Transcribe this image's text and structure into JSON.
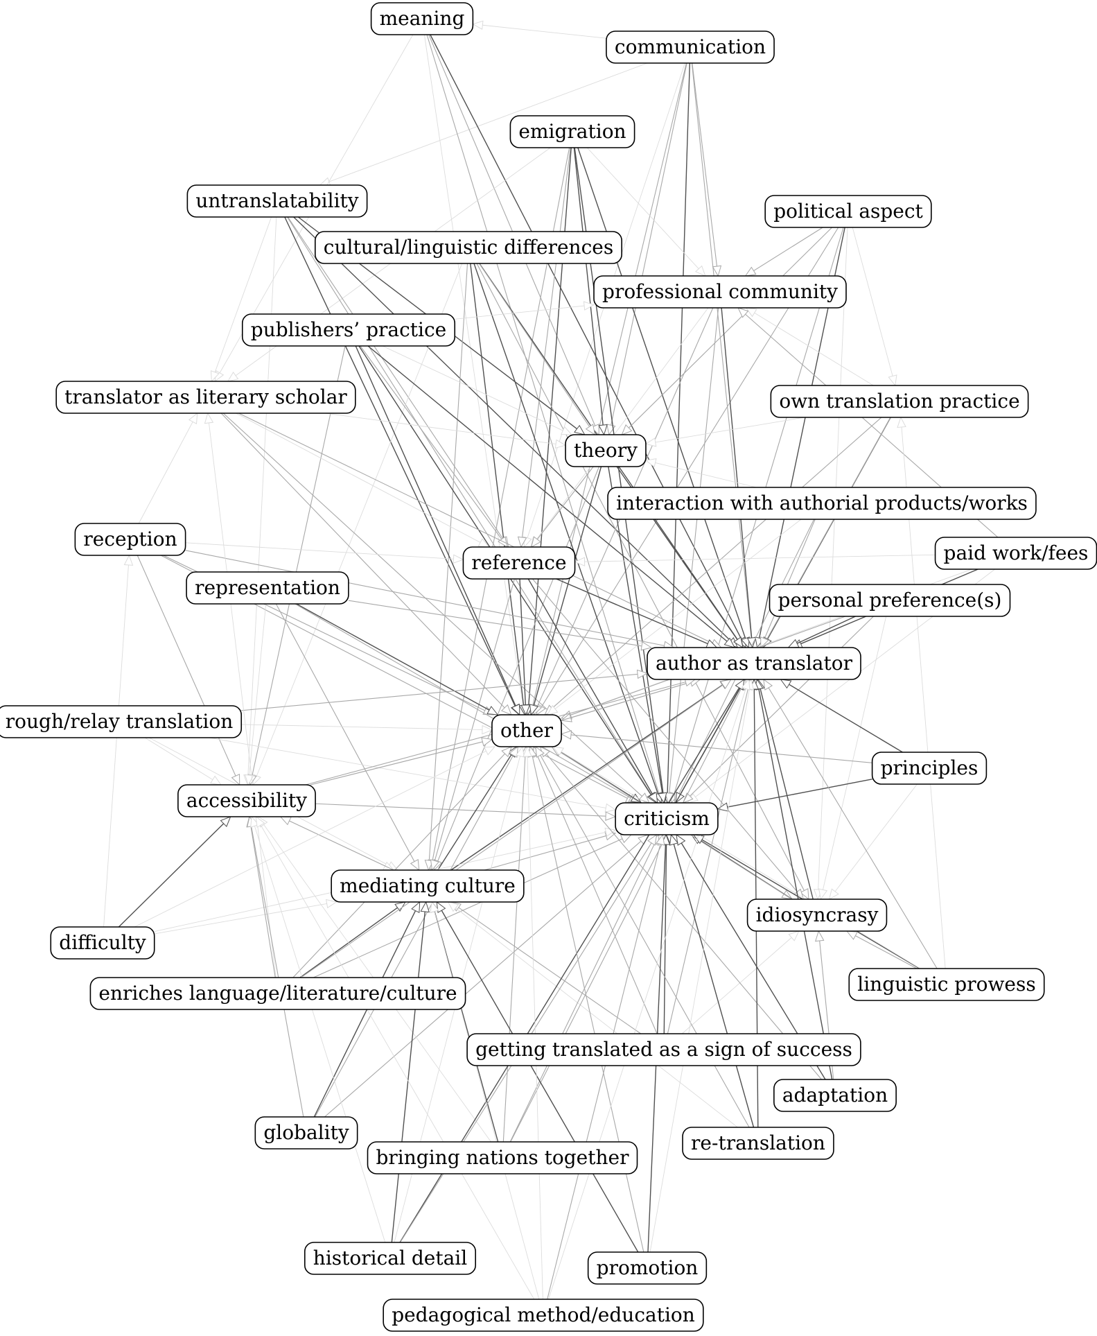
{
  "nodes": [
    {
      "id": "meaning",
      "label": "meaning"
    },
    {
      "id": "communication",
      "label": "communication"
    },
    {
      "id": "emigration",
      "label": "emigration"
    },
    {
      "id": "untranslatability",
      "label": "untranslatability"
    },
    {
      "id": "political_aspect",
      "label": "political aspect"
    },
    {
      "id": "cultural_linguistic_differences",
      "label": "cultural/linguistic differences"
    },
    {
      "id": "professional_community",
      "label": "professional community"
    },
    {
      "id": "publishers_practice",
      "label": "publishers’ practice"
    },
    {
      "id": "translator_as_literary_scholar",
      "label": "translator as literary scholar"
    },
    {
      "id": "own_translation_practice",
      "label": "own translation practice"
    },
    {
      "id": "theory",
      "label": "theory"
    },
    {
      "id": "interaction_with_authorial_works",
      "label": "interaction with authorial products/works"
    },
    {
      "id": "reception",
      "label": "reception"
    },
    {
      "id": "paid_work_fees",
      "label": "paid work/fees"
    },
    {
      "id": "reference",
      "label": "reference"
    },
    {
      "id": "representation",
      "label": "representation"
    },
    {
      "id": "personal_preferences",
      "label": "personal preference(s)"
    },
    {
      "id": "author_as_translator",
      "label": "author as translator"
    },
    {
      "id": "rough_relay_translation",
      "label": "rough/relay translation"
    },
    {
      "id": "other",
      "label": "other"
    },
    {
      "id": "principles",
      "label": "principles"
    },
    {
      "id": "accessibility",
      "label": "accessibility"
    },
    {
      "id": "criticism",
      "label": "criticism"
    },
    {
      "id": "mediating_culture",
      "label": "mediating culture"
    },
    {
      "id": "idiosyncrasy",
      "label": "idiosyncrasy"
    },
    {
      "id": "difficulty",
      "label": "difficulty"
    },
    {
      "id": "linguistic_prowess",
      "label": "linguistic prowess"
    },
    {
      "id": "enriches_language",
      "label": "enriches language/literature/culture"
    },
    {
      "id": "getting_translated_success",
      "label": "getting translated as a sign of success"
    },
    {
      "id": "adaptation",
      "label": "adaptation"
    },
    {
      "id": "globality",
      "label": "globality"
    },
    {
      "id": "re_translation",
      "label": "re-translation"
    },
    {
      "id": "bringing_nations_together",
      "label": "bringing nations together"
    },
    {
      "id": "historical_detail",
      "label": "historical detail"
    },
    {
      "id": "promotion",
      "label": "promotion"
    },
    {
      "id": "pedagogical_method",
      "label": "pedagogical method/education"
    }
  ],
  "edges": [
    {
      "from": "communication",
      "to": "meaning",
      "weight": 1
    },
    {
      "from": "communication",
      "to": "professional_community",
      "weight": 2
    },
    {
      "from": "communication",
      "to": "criticism",
      "weight": 3
    },
    {
      "from": "communication",
      "to": "author_as_translator",
      "weight": 2
    },
    {
      "from": "communication",
      "to": "theory",
      "weight": 2
    },
    {
      "from": "communication",
      "to": "other",
      "weight": 2
    },
    {
      "from": "communication",
      "to": "reference",
      "weight": 1
    },
    {
      "from": "communication",
      "to": "untranslatability",
      "weight": 1
    },
    {
      "from": "meaning",
      "to": "author_as_translator",
      "weight": 3
    },
    {
      "from": "meaning",
      "to": "translator_as_literary_scholar",
      "weight": 1
    },
    {
      "from": "meaning",
      "to": "theory",
      "weight": 2
    },
    {
      "from": "meaning",
      "to": "criticism",
      "weight": 2
    },
    {
      "from": "meaning",
      "to": "other",
      "weight": 1
    },
    {
      "from": "emigration",
      "to": "author_as_translator",
      "weight": 3
    },
    {
      "from": "emigration",
      "to": "criticism",
      "weight": 3
    },
    {
      "from": "emigration",
      "to": "theory",
      "weight": 3
    },
    {
      "from": "emigration",
      "to": "other",
      "weight": 3
    },
    {
      "from": "emigration",
      "to": "reference",
      "weight": 2
    },
    {
      "from": "emigration",
      "to": "mediating_culture",
      "weight": 2
    },
    {
      "from": "emigration",
      "to": "translator_as_literary_scholar",
      "weight": 1
    },
    {
      "from": "emigration",
      "to": "professional_community",
      "weight": 1
    },
    {
      "from": "untranslatability",
      "to": "author_as_translator",
      "weight": 3
    },
    {
      "from": "untranslatability",
      "to": "criticism",
      "weight": 2
    },
    {
      "from": "untranslatability",
      "to": "theory",
      "weight": 3
    },
    {
      "from": "untranslatability",
      "to": "other",
      "weight": 3
    },
    {
      "from": "untranslatability",
      "to": "accessibility",
      "weight": 1
    },
    {
      "from": "untranslatability",
      "to": "translator_as_literary_scholar",
      "weight": 1
    },
    {
      "from": "untranslatability",
      "to": "reference",
      "weight": 2
    },
    {
      "from": "political_aspect",
      "to": "author_as_translator",
      "weight": 3
    },
    {
      "from": "political_aspect",
      "to": "criticism",
      "weight": 2
    },
    {
      "from": "political_aspect",
      "to": "professional_community",
      "weight": 2
    },
    {
      "from": "political_aspect",
      "to": "theory",
      "weight": 2
    },
    {
      "from": "political_aspect",
      "to": "other",
      "weight": 2
    },
    {
      "from": "political_aspect",
      "to": "idiosyncrasy",
      "weight": 1
    },
    {
      "from": "political_aspect",
      "to": "own_translation_practice",
      "weight": 1
    },
    {
      "from": "cultural_linguistic_differences",
      "to": "author_as_translator",
      "weight": 3
    },
    {
      "from": "cultural_linguistic_differences",
      "to": "criticism",
      "weight": 3
    },
    {
      "from": "cultural_linguistic_differences",
      "to": "theory",
      "weight": 2
    },
    {
      "from": "cultural_linguistic_differences",
      "to": "other",
      "weight": 3
    },
    {
      "from": "cultural_linguistic_differences",
      "to": "mediating_culture",
      "weight": 2
    },
    {
      "from": "cultural_linguistic_differences",
      "to": "accessibility",
      "weight": 1
    },
    {
      "from": "cultural_linguistic_differences",
      "to": "idiosyncrasy",
      "weight": 2
    },
    {
      "from": "professional_community",
      "to": "author_as_translator",
      "weight": 3
    },
    {
      "from": "professional_community",
      "to": "criticism",
      "weight": 2
    },
    {
      "from": "professional_community",
      "to": "other",
      "weight": 2
    },
    {
      "from": "professional_community",
      "to": "reference",
      "weight": 1
    },
    {
      "from": "publishers_practice",
      "to": "author_as_translator",
      "weight": 3
    },
    {
      "from": "publishers_practice",
      "to": "criticism",
      "weight": 3
    },
    {
      "from": "publishers_practice",
      "to": "other",
      "weight": 3
    },
    {
      "from": "publishers_practice",
      "to": "accessibility",
      "weight": 2
    },
    {
      "from": "publishers_practice",
      "to": "professional_community",
      "weight": 1
    },
    {
      "from": "publishers_practice",
      "to": "theory",
      "weight": 1
    },
    {
      "from": "publishers_practice",
      "to": "reference",
      "weight": 2
    },
    {
      "from": "translator_as_literary_scholar",
      "to": "author_as_translator",
      "weight": 2
    },
    {
      "from": "translator_as_literary_scholar",
      "to": "other",
      "weight": 2
    },
    {
      "from": "translator_as_literary_scholar",
      "to": "criticism",
      "weight": 2
    },
    {
      "from": "translator_as_literary_scholar",
      "to": "theory",
      "weight": 1
    },
    {
      "from": "translator_as_literary_scholar",
      "to": "reference",
      "weight": 1
    },
    {
      "from": "own_translation_practice",
      "to": "author_as_translator",
      "weight": 3
    },
    {
      "from": "own_translation_practice",
      "to": "criticism",
      "weight": 2
    },
    {
      "from": "own_translation_practice",
      "to": "other",
      "weight": 2
    },
    {
      "from": "own_translation_practice",
      "to": "theory",
      "weight": 1
    },
    {
      "from": "own_translation_practice",
      "to": "professional_community",
      "weight": 1
    },
    {
      "from": "theory",
      "to": "author_as_translator",
      "weight": 3
    },
    {
      "from": "theory",
      "to": "criticism",
      "weight": 3
    },
    {
      "from": "theory",
      "to": "other",
      "weight": 3
    },
    {
      "from": "theory",
      "to": "mediating_culture",
      "weight": 2
    },
    {
      "from": "theory",
      "to": "reference",
      "weight": 2
    },
    {
      "from": "interaction_with_authorial_works",
      "to": "author_as_translator",
      "weight": 2
    },
    {
      "from": "interaction_with_authorial_works",
      "to": "criticism",
      "weight": 2
    },
    {
      "from": "interaction_with_authorial_works",
      "to": "other",
      "weight": 1
    },
    {
      "from": "interaction_with_authorial_works",
      "to": "theory",
      "weight": 1
    },
    {
      "from": "reception",
      "to": "author_as_translator",
      "weight": 2
    },
    {
      "from": "reception",
      "to": "other",
      "weight": 2
    },
    {
      "from": "reception",
      "to": "criticism",
      "weight": 2
    },
    {
      "from": "reception",
      "to": "accessibility",
      "weight": 2
    },
    {
      "from": "reception",
      "to": "reference",
      "weight": 1
    },
    {
      "from": "reception",
      "to": "translator_as_literary_scholar",
      "weight": 1
    },
    {
      "from": "paid_work_fees",
      "to": "author_as_translator",
      "weight": 3
    },
    {
      "from": "paid_work_fees",
      "to": "professional_community",
      "weight": 2
    },
    {
      "from": "paid_work_fees",
      "to": "other",
      "weight": 1
    },
    {
      "from": "paid_work_fees",
      "to": "criticism",
      "weight": 1
    },
    {
      "from": "paid_work_fees",
      "to": "reference",
      "weight": 1
    },
    {
      "from": "reference",
      "to": "author_as_translator",
      "weight": 3
    },
    {
      "from": "reference",
      "to": "criticism",
      "weight": 3
    },
    {
      "from": "reference",
      "to": "other",
      "weight": 3
    },
    {
      "from": "reference",
      "to": "idiosyncrasy",
      "weight": 2
    },
    {
      "from": "reference",
      "to": "mediating_culture",
      "weight": 2
    },
    {
      "from": "representation",
      "to": "author_as_translator",
      "weight": 2
    },
    {
      "from": "representation",
      "to": "other",
      "weight": 3
    },
    {
      "from": "representation",
      "to": "criticism",
      "weight": 2
    },
    {
      "from": "representation",
      "to": "accessibility",
      "weight": 1
    },
    {
      "from": "representation",
      "to": "mediating_culture",
      "weight": 2
    },
    {
      "from": "personal_preferences",
      "to": "author_as_translator",
      "weight": 3
    },
    {
      "from": "personal_preferences",
      "to": "criticism",
      "weight": 2
    },
    {
      "from": "personal_preferences",
      "to": "other",
      "weight": 2
    },
    {
      "from": "personal_preferences",
      "to": "idiosyncrasy",
      "weight": 1
    },
    {
      "from": "author_as_translator",
      "to": "other",
      "weight": 2
    },
    {
      "from": "author_as_translator",
      "to": "criticism",
      "weight": 3
    },
    {
      "from": "rough_relay_translation",
      "to": "author_as_translator",
      "weight": 2
    },
    {
      "from": "rough_relay_translation",
      "to": "other",
      "weight": 1
    },
    {
      "from": "rough_relay_translation",
      "to": "accessibility",
      "weight": 1
    },
    {
      "from": "rough_relay_translation",
      "to": "criticism",
      "weight": 1
    },
    {
      "from": "rough_relay_translation",
      "to": "mediating_culture",
      "weight": 1
    },
    {
      "from": "other",
      "to": "criticism",
      "weight": 3
    },
    {
      "from": "other",
      "to": "author_as_translator",
      "weight": 2
    },
    {
      "from": "principles",
      "to": "author_as_translator",
      "weight": 3
    },
    {
      "from": "principles",
      "to": "criticism",
      "weight": 3
    },
    {
      "from": "principles",
      "to": "other",
      "weight": 2
    },
    {
      "from": "principles",
      "to": "idiosyncrasy",
      "weight": 1
    },
    {
      "from": "accessibility",
      "to": "criticism",
      "weight": 2
    },
    {
      "from": "accessibility",
      "to": "other",
      "weight": 2
    },
    {
      "from": "accessibility",
      "to": "author_as_translator",
      "weight": 2
    },
    {
      "from": "accessibility",
      "to": "mediating_culture",
      "weight": 1
    },
    {
      "from": "criticism",
      "to": "author_as_translator",
      "weight": 3
    },
    {
      "from": "criticism",
      "to": "other",
      "weight": 3
    },
    {
      "from": "criticism",
      "to": "idiosyncrasy",
      "weight": 2
    },
    {
      "from": "mediating_culture",
      "to": "author_as_translator",
      "weight": 3
    },
    {
      "from": "mediating_culture",
      "to": "criticism",
      "weight": 2
    },
    {
      "from": "mediating_culture",
      "to": "other",
      "weight": 3
    },
    {
      "from": "mediating_culture",
      "to": "accessibility",
      "weight": 2
    },
    {
      "from": "idiosyncrasy",
      "to": "author_as_translator",
      "weight": 3
    },
    {
      "from": "idiosyncrasy",
      "to": "criticism",
      "weight": 3
    },
    {
      "from": "idiosyncrasy",
      "to": "other",
      "weight": 2
    },
    {
      "from": "difficulty",
      "to": "accessibility",
      "weight": 3
    },
    {
      "from": "difficulty",
      "to": "reception",
      "weight": 1
    },
    {
      "from": "difficulty",
      "to": "other",
      "weight": 1
    },
    {
      "from": "difficulty",
      "to": "mediating_culture",
      "weight": 1
    },
    {
      "from": "difficulty",
      "to": "criticism",
      "weight": 1
    },
    {
      "from": "linguistic_prowess",
      "to": "criticism",
      "weight": 3
    },
    {
      "from": "linguistic_prowess",
      "to": "author_as_translator",
      "weight": 2
    },
    {
      "from": "linguistic_prowess",
      "to": "idiosyncrasy",
      "weight": 2
    },
    {
      "from": "linguistic_prowess",
      "to": "other",
      "weight": 1
    },
    {
      "from": "linguistic_prowess",
      "to": "own_translation_practice",
      "weight": 1
    },
    {
      "from": "enriches_language",
      "to": "mediating_culture",
      "weight": 3
    },
    {
      "from": "enriches_language",
      "to": "accessibility",
      "weight": 2
    },
    {
      "from": "enriches_language",
      "to": "author_as_translator",
      "weight": 2
    },
    {
      "from": "enriches_language",
      "to": "criticism",
      "weight": 2
    },
    {
      "from": "enriches_language",
      "to": "other",
      "weight": 2
    },
    {
      "from": "enriches_language",
      "to": "translator_as_literary_scholar",
      "weight": 1
    },
    {
      "from": "getting_translated_success",
      "to": "criticism",
      "weight": 3
    },
    {
      "from": "getting_translated_success",
      "to": "author_as_translator",
      "weight": 2
    },
    {
      "from": "getting_translated_success",
      "to": "other",
      "weight": 2
    },
    {
      "from": "getting_translated_success",
      "to": "mediating_culture",
      "weight": 2
    },
    {
      "from": "getting_translated_success",
      "to": "idiosyncrasy",
      "weight": 1
    },
    {
      "from": "adaptation",
      "to": "author_as_translator",
      "weight": 3
    },
    {
      "from": "adaptation",
      "to": "criticism",
      "weight": 3
    },
    {
      "from": "adaptation",
      "to": "idiosyncrasy",
      "weight": 2
    },
    {
      "from": "adaptation",
      "to": "other",
      "weight": 2
    },
    {
      "from": "globality",
      "to": "mediating_culture",
      "weight": 3
    },
    {
      "from": "globality",
      "to": "accessibility",
      "weight": 2
    },
    {
      "from": "globality",
      "to": "criticism",
      "weight": 2
    },
    {
      "from": "globality",
      "to": "other",
      "weight": 2
    },
    {
      "from": "re_translation",
      "to": "author_as_translator",
      "weight": 3
    },
    {
      "from": "re_translation",
      "to": "criticism",
      "weight": 3
    },
    {
      "from": "re_translation",
      "to": "other",
      "weight": 2
    },
    {
      "from": "re_translation",
      "to": "mediating_culture",
      "weight": 1
    },
    {
      "from": "bringing_nations_together",
      "to": "mediating_culture",
      "weight": 3
    },
    {
      "from": "bringing_nations_together",
      "to": "criticism",
      "weight": 2
    },
    {
      "from": "bringing_nations_together",
      "to": "author_as_translator",
      "weight": 2
    },
    {
      "from": "bringing_nations_together",
      "to": "other",
      "weight": 2
    },
    {
      "from": "bringing_nations_together",
      "to": "accessibility",
      "weight": 1
    },
    {
      "from": "historical_detail",
      "to": "mediating_culture",
      "weight": 3
    },
    {
      "from": "historical_detail",
      "to": "author_as_translator",
      "weight": 3
    },
    {
      "from": "historical_detail",
      "to": "criticism",
      "weight": 2
    },
    {
      "from": "historical_detail",
      "to": "accessibility",
      "weight": 1
    },
    {
      "from": "historical_detail",
      "to": "other",
      "weight": 1
    },
    {
      "from": "promotion",
      "to": "criticism",
      "weight": 3
    },
    {
      "from": "promotion",
      "to": "mediating_culture",
      "weight": 3
    },
    {
      "from": "promotion",
      "to": "other",
      "weight": 2
    },
    {
      "from": "promotion",
      "to": "author_as_translator",
      "weight": 1
    },
    {
      "from": "pedagogical_method",
      "to": "criticism",
      "weight": 2
    },
    {
      "from": "pedagogical_method",
      "to": "mediating_culture",
      "weight": 1
    },
    {
      "from": "pedagogical_method",
      "to": "other",
      "weight": 1
    },
    {
      "from": "pedagogical_method",
      "to": "accessibility",
      "weight": 1
    },
    {
      "from": "pedagogical_method",
      "to": "author_as_translator",
      "weight": 1
    }
  ],
  "colors": {
    "background": "#ffffff",
    "node_border": "#000000",
    "node_fill": "#ffffff",
    "edge_weight_1": "#dcdcdc",
    "edge_weight_2": "#a8a8a8",
    "edge_weight_3": "#505050"
  }
}
